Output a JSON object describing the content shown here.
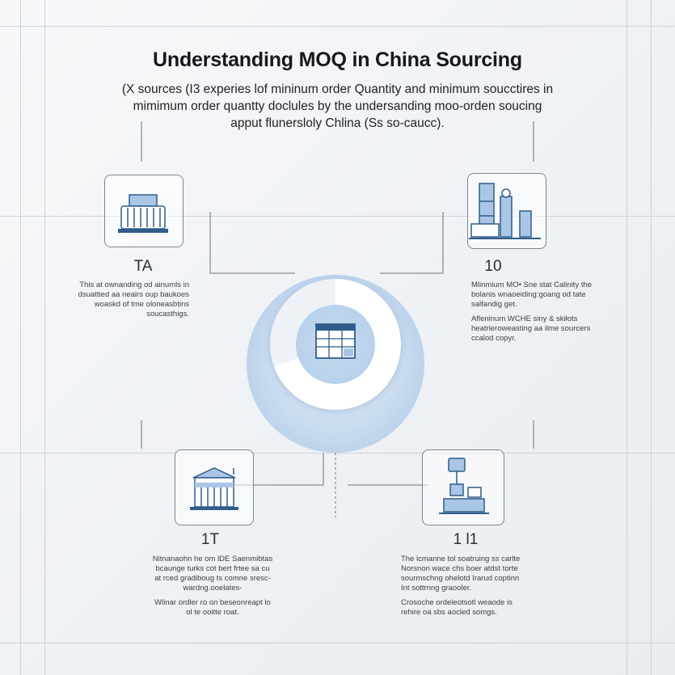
{
  "title": "Understanding MOQ in China Sourcing",
  "intro": [
    "(X sources (I3 experies lof mininum order Quantity and minimum soucctires in",
    "mimimum order quantty doclules by the undersanding moo-orden soucing",
    "apput flunersloly Chlina (Ss so-caucc)."
  ],
  "nodes": {
    "top_left": {
      "icon": "factory-machine-icon",
      "number": "TA",
      "desc": [
        "This at ownanding od ainumls in",
        "dsuattied aa neairs oup baukoes",
        "woaskd of tme oloneasbtins",
        "soucasthigs."
      ]
    },
    "top_right": {
      "icon": "industrial-plant-icon",
      "number": "10",
      "desc": [
        "Mlinmium MO• Sne stat Calinity the",
        "bolanis wnaoeiding:goang od tate",
        "salfandig get.",
        "Afleninum WCHE siny & skiłots",
        "heatrieroweasting aa ilme sourcers",
        "ccalod copyr."
      ]
    },
    "bottom_left": {
      "icon": "warehouse-icon",
      "number": "1T",
      "desc": [
        "Nitnanaohn he om lDE Saenmibtas",
        "bcaunge turks cot bert frtee sa cu",
        "at rced gradiboug ts comne sresc-",
        "wardng.ooelates-",
        "Wlinar ordler ro on beseonreapt lo",
        "ol te ooitte roat."
      ]
    },
    "bottom_right": {
      "icon": "logistics-computer-icon",
      "number": "1 l1",
      "desc": [
        "The lcmanne tol soatruing ss carlte",
        "Norsnon wace chs boer atdst torte",
        "sourmschng ohelotd Irarud coptinn",
        "Int sottrnng graooler.",
        "Crosoche ordeleotsotl weaode is",
        "rehire oa sbs aocled somgs."
      ]
    },
    "center": {
      "icon": "spreadsheet-icon"
    }
  },
  "colors": {
    "accent": "#2f5d8a",
    "icon_fill": "#aac6e6",
    "hub": "#c6dbf0",
    "frame": "#7e8590"
  }
}
